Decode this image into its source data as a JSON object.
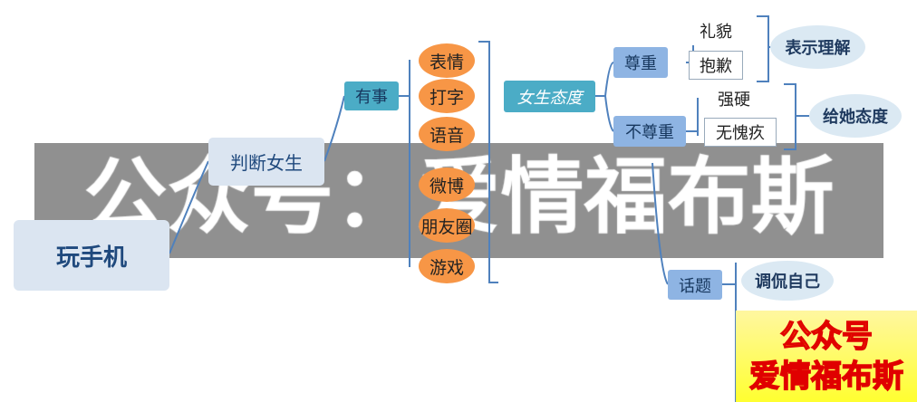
{
  "root": "玩手机",
  "judge": "判断女生",
  "busy": "有事",
  "channels": [
    "表情",
    "打字",
    "语音",
    "微博",
    "朋友圈",
    "游戏"
  ],
  "attitude": "女生态度",
  "respect": "尊重",
  "disrespect": "不尊重",
  "respect_items": [
    "礼貌",
    "抱歉"
  ],
  "disrespect_items": [
    "强硬",
    "无愧疚"
  ],
  "respect_action": "表示理解",
  "disrespect_action": "给她态度",
  "topic": "话题",
  "topic_action": "调侃自己",
  "watermark": "公众号：爱情福布斯",
  "logo": {
    "line1": "公众号",
    "line2": "爱情福布斯"
  },
  "colors": {
    "teal": "#4bacc6",
    "orange": "#f79646",
    "blue": "#8eb4e3",
    "light": "#dbe5f1"
  }
}
